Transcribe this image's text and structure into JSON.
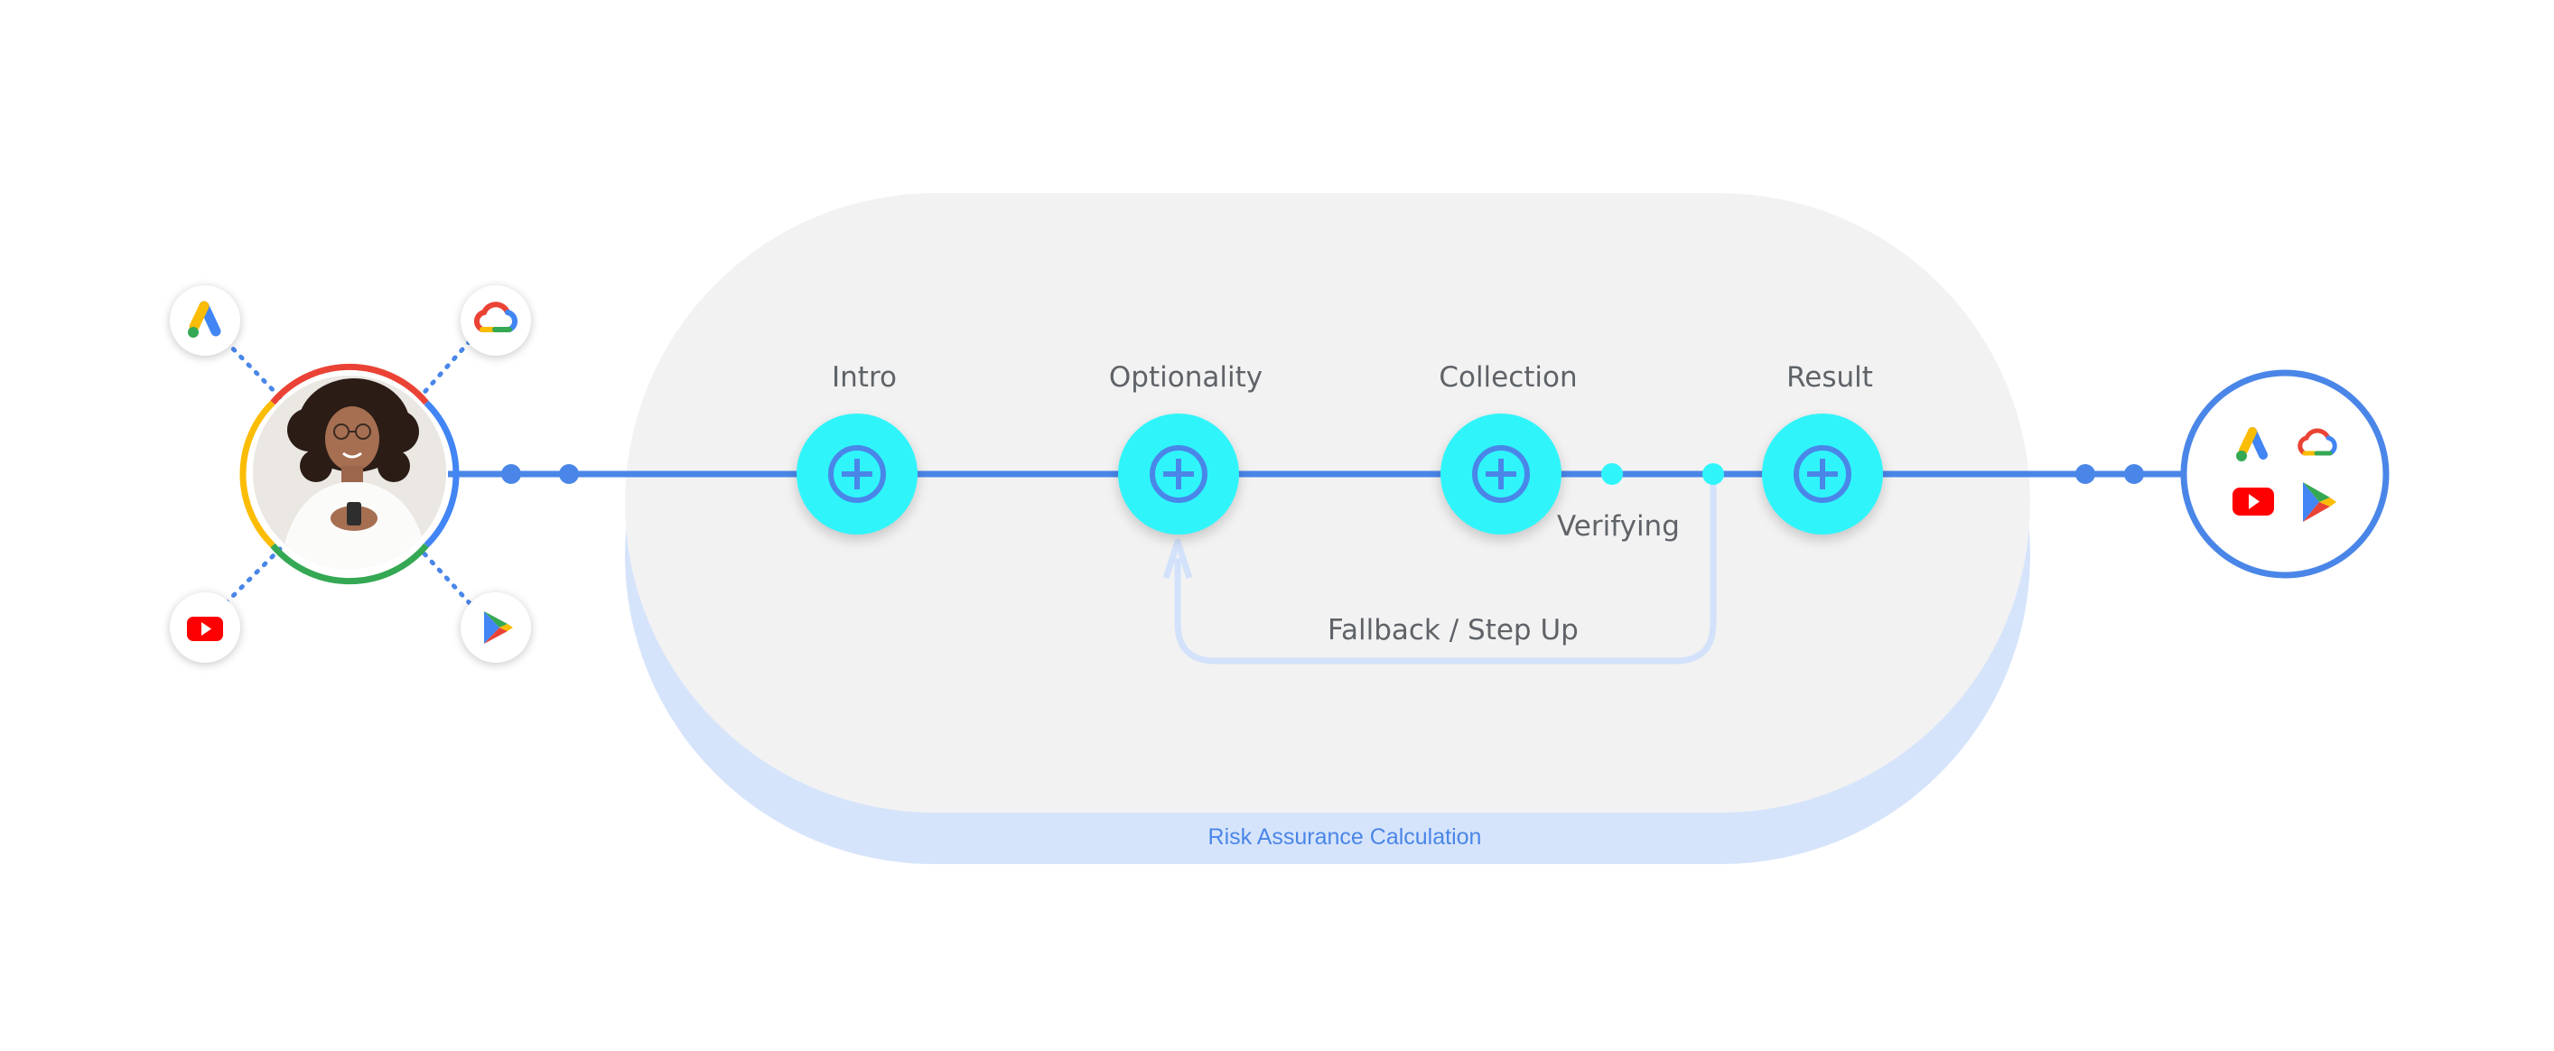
{
  "stages": [
    {
      "id": "intro",
      "label": "Intro"
    },
    {
      "id": "optionality",
      "label": "Optionality"
    },
    {
      "id": "collection",
      "label": "Collection"
    },
    {
      "id": "result",
      "label": "Result"
    }
  ],
  "verifying_label": "Verifying",
  "fallback_label": "Fallback / Step Up",
  "band_label": "Risk Assurance Calculation",
  "icons": {
    "ads": "google-ads-icon",
    "cloud": "google-cloud-icon",
    "youtube": "youtube-icon",
    "play": "google-play-icon",
    "stage": "plus-circle-icon"
  },
  "colors": {
    "flow_line": "#4a86e8",
    "stage_fill": "#2ff5fb",
    "container": "#f2f2f2",
    "band": "#d6e4fb",
    "fallback_line": "#d3e2fa",
    "google_blue": "#4285f4",
    "google_red": "#ea4335",
    "google_yellow": "#fbbc04",
    "google_green": "#34a853"
  }
}
